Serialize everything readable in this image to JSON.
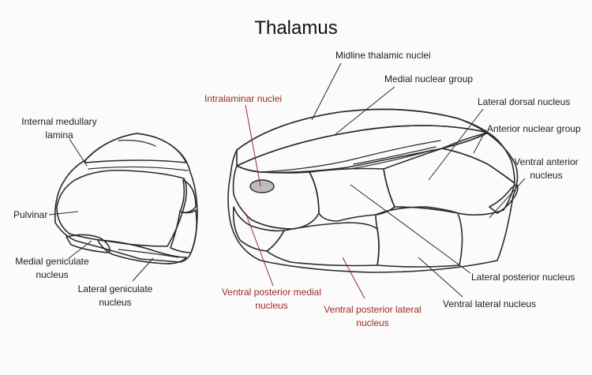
{
  "title": "Thalamus",
  "labels": {
    "internal_medullary_lamina": [
      "Internal medullary",
      "lamina"
    ],
    "pulvinar": "Pulvinar",
    "medial_geniculate": [
      "Medial geniculate",
      "nucleus"
    ],
    "lateral_geniculate": [
      "Lateral geniculate",
      "nucleus"
    ],
    "intralaminar": "Intralaminar nuclei",
    "midline_thalamic": "Midline thalamic nuclei",
    "medial_nuclear_group": "Medial nuclear group",
    "lateral_dorsal": "Lateral dorsal nucleus",
    "anterior_nuclear_group": "Anterior nuclear group",
    "ventral_anterior": [
      "Ventral anterior",
      "nucleus"
    ],
    "lateral_posterior": "Lateral posterior nucleus",
    "ventral_lateral": "Ventral lateral nucleus",
    "ventral_posterior_medial": [
      "Ventral posterior medial",
      "nucleus"
    ],
    "ventral_posterior_lateral": [
      "Ventral posterior lateral",
      "nucleus"
    ]
  },
  "colors": {
    "highlight_label": "#9b2a25",
    "pulvinar_fill": "#f5efdc",
    "medial_group_fill": "#f3e6e3",
    "anterior_group_fill": "#ebc9d3",
    "gray_fill": "#dadada",
    "light_gray_fill": "#e8e8e8",
    "pink_fill": "#f0dcda"
  }
}
